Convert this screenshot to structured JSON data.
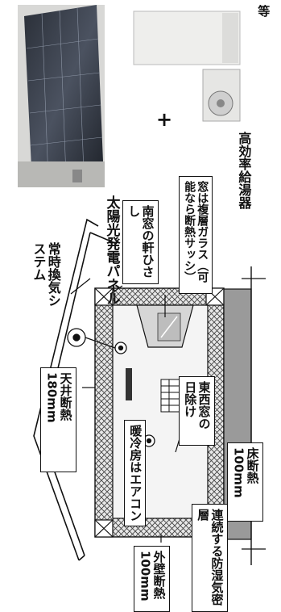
{
  "products": {
    "solar_panel": "太陽光発電パネル",
    "plus": "+",
    "water_heater": "高効率給湯器",
    "etc": "等"
  },
  "labels": {
    "eave_south": "南窓の軒ひさし",
    "window": "窓は複層ガラス（可能なら断熱サッシ）",
    "ventilation": "常時換気システム",
    "ceiling_insulation": "天井断熱180mm",
    "aircon": "暖冷房はエアコン",
    "sun_shade": "東西窓の日除け",
    "wall_insulation": "外壁断熱100mm",
    "vapor_barrier": "連続する防湿気密層",
    "floor_insulation": "床断熱100mm"
  }
}
